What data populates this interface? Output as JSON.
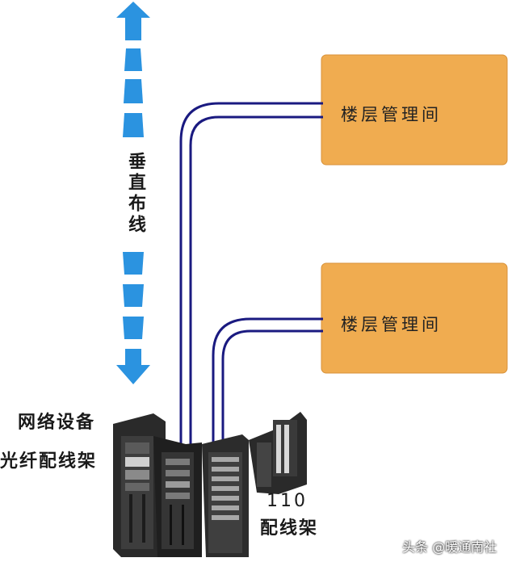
{
  "vertical_cabling": {
    "label": "垂直布线"
  },
  "floor_rooms": [
    {
      "label": "楼层管理间"
    },
    {
      "label": "楼层管理间"
    }
  ],
  "equipment": {
    "network_label": "网络设备",
    "fiber_label": "光纤配线架",
    "panel_110_number": "110",
    "panel_110_label": "配线架"
  },
  "watermark": "头条 @暖通南社",
  "colors": {
    "arrow": "#2b93e0",
    "floor_box": "#f0ac50",
    "cable": "#1a1a80",
    "rack": "#2a2a2a"
  }
}
